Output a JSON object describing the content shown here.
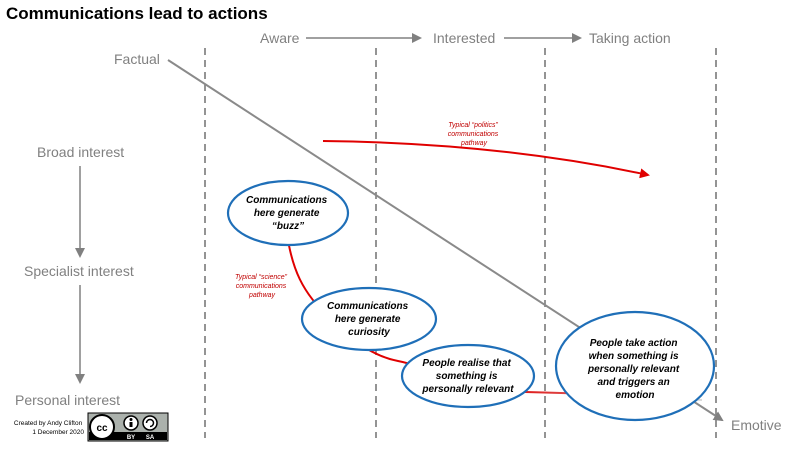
{
  "title": "Communications lead to actions",
  "stages": [
    "Aware",
    "Interested",
    "Taking action"
  ],
  "axis": {
    "top_left": "Factual",
    "bottom_right": "Emotive",
    "levels": [
      "Broad interest",
      "Specialist interest",
      "Personal interest"
    ]
  },
  "pathways": {
    "politics": [
      "Typical “politics”",
      "communications",
      "pathway"
    ],
    "science": [
      "Typical “science”",
      "communications",
      "pathway"
    ]
  },
  "ellipses": {
    "buzz": [
      "Communications",
      "here generate",
      "“buzz”"
    ],
    "curiosity": [
      "Communications",
      "here generate",
      "curiosity"
    ],
    "relevant": [
      "People realise that",
      "something is",
      "personally relevant"
    ],
    "action": [
      "People take action",
      "when something is",
      "personally relevant",
      "and triggers an",
      "emotion"
    ]
  },
  "credit": [
    "Created by Andy Clifton",
    "1 December 2020"
  ],
  "license": {
    "by": "BY",
    "sa": "SA"
  },
  "colors": {
    "red": "#e00000",
    "blue": "#1f6fb8",
    "grey": "#808080"
  }
}
